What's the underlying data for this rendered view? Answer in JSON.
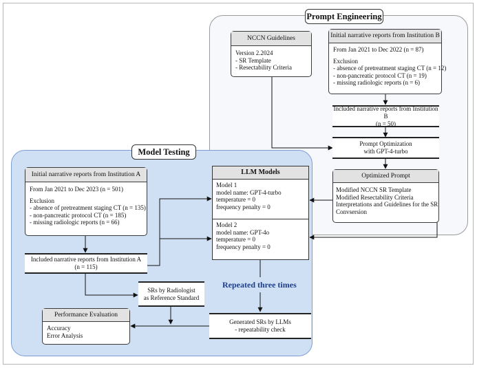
{
  "prompt_engineering": {
    "title": "Prompt Engineering",
    "nccn": {
      "title": "NCCN Guidelines",
      "lines": [
        "Version 2.2024",
        " - SR Template",
        " - Resectability Criteria"
      ]
    },
    "institution_b": {
      "title": "Initial narrative reports from Institution B",
      "lines": [
        "From Jan 2021 to Dec 2022 (n = 87)",
        "",
        "Exclusion",
        " - absence of pretreatment staging CT (n = 12)",
        " - non-pancreatic protocol CT (n = 19)",
        " - missing radiologic reports (n = 6)"
      ]
    },
    "included_b": {
      "lines": [
        "Included narrative reports from Institution B",
        "(n = 50)"
      ]
    },
    "prompt_optimization": {
      "lines": [
        "Prompt Optimization",
        "with GPT-4-turbo"
      ]
    },
    "optimized_prompt": {
      "title": "Optimized Prompt",
      "lines": [
        "Modified NCCN SR Template",
        "Modified Resectability Criteria",
        "Interpretations and Guidelines for the SR",
        "Convsersion"
      ]
    }
  },
  "model_testing": {
    "title": "Model Testing",
    "institution_a": {
      "title": "Initial narrative reports from Institution A",
      "lines": [
        "From Jan 2021 to Dec 2023 (n = 501)",
        "",
        "Exclusion",
        " - absence of pretreatment staging CT (n = 135)",
        " - non-pancreatic protocol CT (n = 185)",
        " - missing radiologic reports (n = 66)"
      ]
    },
    "included_a": {
      "lines": [
        "Included narrative reports from Institution A",
        "(n = 115)"
      ]
    },
    "llm_models": {
      "title": "LLM Models",
      "model1": [
        "Model 1",
        "model name: GPT-4-turbo",
        "temperature = 0",
        "frequency penalty = 0"
      ],
      "model2": [
        "Model 2",
        "model name: GPT-4o",
        "temperature = 0",
        "frequency penalty = 0"
      ]
    },
    "repeated": "Repeated three times",
    "srs_radiologist": {
      "lines": [
        "SRs by Radiologist",
        "as Reference Standard"
      ]
    },
    "generated_srs": {
      "lines": [
        "Generated SRs by LLMs",
        " - repeatability check"
      ]
    },
    "performance": {
      "title": "Performance Evaluation",
      "lines": [
        "Accuracy",
        "Error Analysis"
      ]
    }
  }
}
